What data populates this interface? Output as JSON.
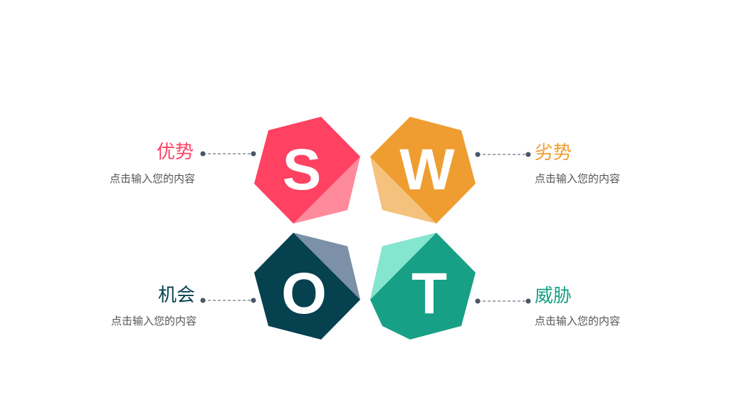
{
  "items": [
    {
      "key": "S",
      "letter": "S",
      "title": "优势",
      "desc": "点击输入您的内容",
      "color": "#ff4162",
      "shade": "#ff8a9c"
    },
    {
      "key": "W",
      "letter": "W",
      "title": "劣势",
      "desc": "点击输入您的内容",
      "color": "#ef9d30",
      "shade": "#f4c27d"
    },
    {
      "key": "O",
      "letter": "O",
      "title": "机会",
      "desc": "点击输入您的内容",
      "color": "#05414f",
      "shade": "#7c91a8"
    },
    {
      "key": "T",
      "letter": "T",
      "title": "威胁",
      "desc": "点击输入您的内容",
      "color": "#17a085",
      "shade": "#84e6cf"
    }
  ],
  "connector_color": "#4a5568"
}
